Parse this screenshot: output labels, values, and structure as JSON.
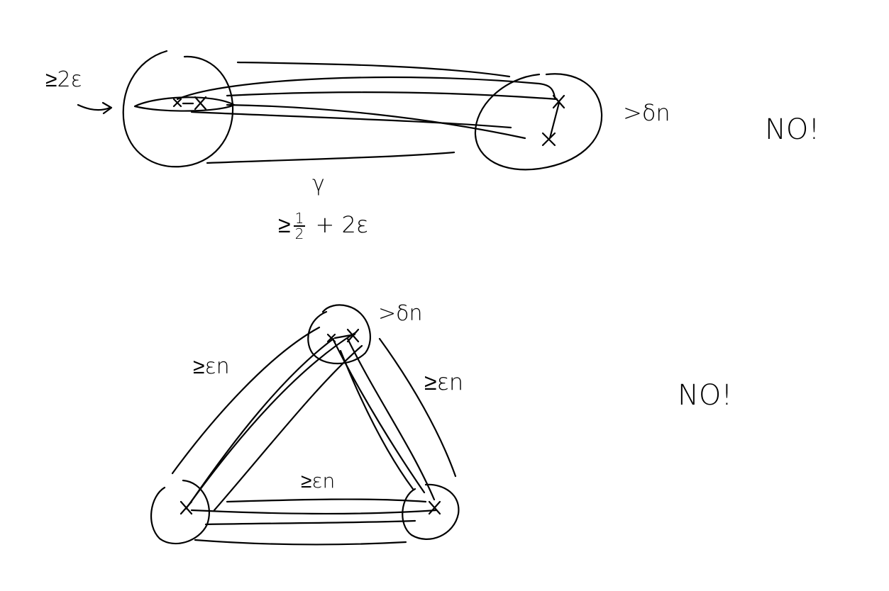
{
  "top_figure": {
    "left_label": "≥2ε",
    "right_label": ">δn",
    "verdict": "NO!",
    "gamma_label": "γ",
    "bottom_label_prefix": "≥",
    "bottom_label_num": "1",
    "bottom_label_den": "2",
    "bottom_label_suffix": "+ 2ε"
  },
  "bottom_figure": {
    "top_vertex_label": ">δn",
    "left_edge_label": "≥εn",
    "right_edge_label": "≥εn",
    "bottom_edge_label": "≥εn",
    "verdict": "NO!"
  }
}
